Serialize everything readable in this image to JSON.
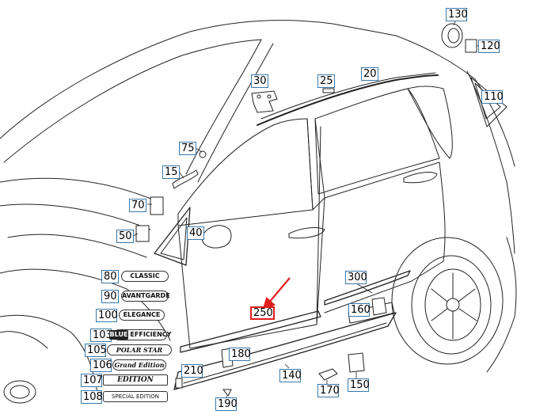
{
  "labels": [
    {
      "id": "130",
      "text": "130"
    },
    {
      "id": "120",
      "text": "120"
    },
    {
      "id": "110",
      "text": "110"
    },
    {
      "id": "30",
      "text": "30"
    },
    {
      "id": "25",
      "text": "25"
    },
    {
      "id": "20",
      "text": "20"
    },
    {
      "id": "75",
      "text": "75"
    },
    {
      "id": "15",
      "text": "15"
    },
    {
      "id": "70",
      "text": "70"
    },
    {
      "id": "50",
      "text": "50"
    },
    {
      "id": "40",
      "text": "40"
    },
    {
      "id": "80",
      "text": "80"
    },
    {
      "id": "90",
      "text": "90"
    },
    {
      "id": "100",
      "text": "100"
    },
    {
      "id": "103",
      "text": "103"
    },
    {
      "id": "105",
      "text": "105"
    },
    {
      "id": "106",
      "text": "106"
    },
    {
      "id": "107",
      "text": "107"
    },
    {
      "id": "108",
      "text": "108"
    },
    {
      "id": "300",
      "text": "300"
    },
    {
      "id": "250",
      "text": "250"
    },
    {
      "id": "160",
      "text": "160"
    },
    {
      "id": "180",
      "text": "180"
    },
    {
      "id": "210",
      "text": "210"
    },
    {
      "id": "140",
      "text": "140"
    },
    {
      "id": "170",
      "text": "170"
    },
    {
      "id": "150",
      "text": "150"
    },
    {
      "id": "190",
      "text": "190"
    }
  ],
  "badges": {
    "classic": "CLASSIC",
    "avantgarde": "AVANTGARDE",
    "elegance": "ELEGANCE",
    "blue_efficiency_a": "BLUE",
    "blue_efficiency_b": "EFFICIENCY",
    "polar_star": "POLAR STAR",
    "grand_edition": "Grand Edition",
    "edition": "EDITION",
    "special_edition": "SPECIAL EDITION"
  },
  "colors": {
    "label_border": "#3a78a8",
    "highlight": "#e0201e",
    "line": "#222222"
  }
}
